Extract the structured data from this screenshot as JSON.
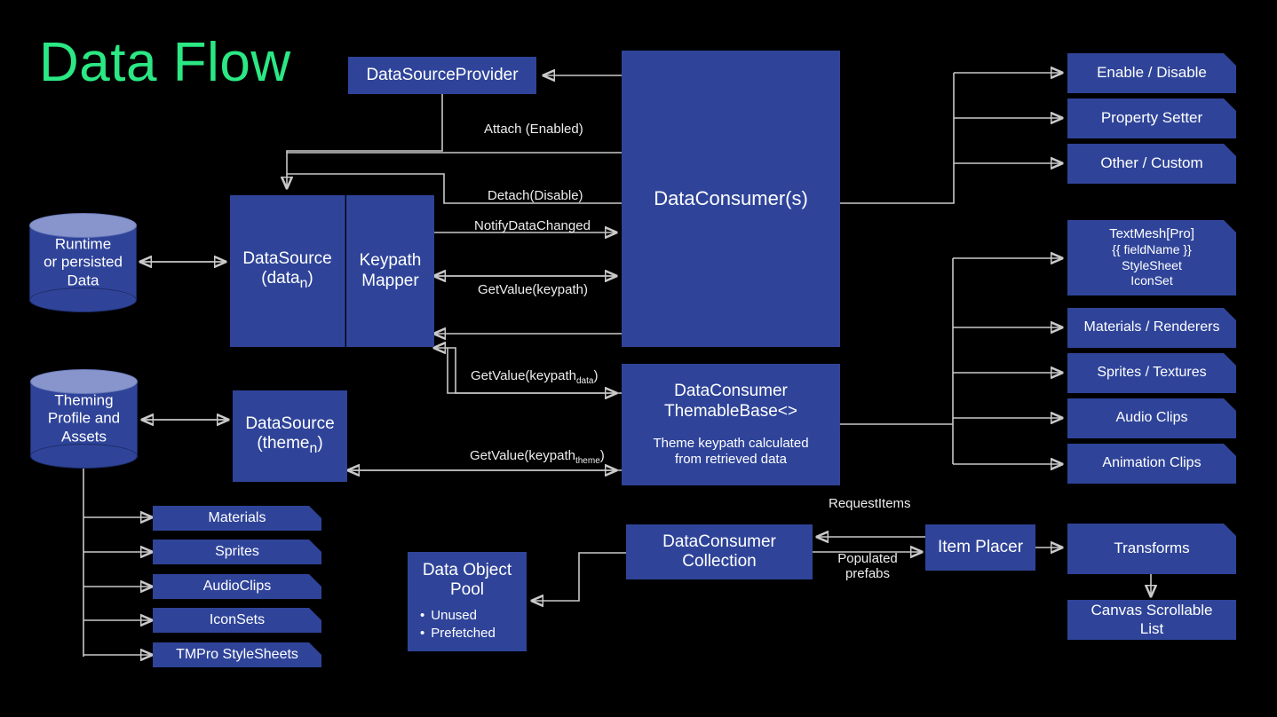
{
  "title": "Data Flow",
  "colors": {
    "background": "#000000",
    "node_fill": "#2F4499",
    "cylinder_top": "#8795CC",
    "title_green": "#2BE884",
    "connector": "#C9C9C9",
    "text": "#FFFFFF"
  },
  "nodes": {
    "datasource_provider": "DataSourceProvider",
    "data_consumers": "DataConsumer(s)",
    "datasource_data_line1": "DataSource",
    "datasource_data_line2": "(data",
    "datasource_data_sub": "n",
    "datasource_data_line3": ")",
    "keypath_mapper_line1": "Keypath",
    "keypath_mapper_line2": "Mapper",
    "datasource_theme_line1": "DataSource",
    "datasource_theme_line2": "(theme",
    "datasource_theme_sub": "n",
    "datasource_theme_line3": ")",
    "themable_base_line1": "DataConsumer",
    "themable_base_line2": "ThemableBase<>",
    "themable_base_note1": "Theme keypath calculated",
    "themable_base_note2": "from retrieved data",
    "consumer_collection_line1": "DataConsumer",
    "consumer_collection_line2": "Collection",
    "item_placer": "Item Placer",
    "transforms": "Transforms",
    "canvas_scrollable_line1": "Canvas Scrollable",
    "canvas_scrollable_line2": "List",
    "data_object_pool_line1": "Data Object",
    "data_object_pool_line2": "Pool",
    "data_object_pool_bullets": [
      "Unused",
      "Prefetched"
    ]
  },
  "cylinders": {
    "runtime": [
      "Runtime",
      "or persisted",
      "Data"
    ],
    "theming": [
      "Theming",
      "Profile and",
      "Assets"
    ]
  },
  "consumer_targets": [
    "Enable / Disable",
    "Property Setter",
    "Other / Custom"
  ],
  "themable_targets": {
    "textmesh": [
      "TextMesh[Pro]",
      "{{ fieldName }}",
      "StyleSheet",
      "IconSet"
    ],
    "others": [
      "Materials / Renderers",
      "Sprites / Textures",
      "Audio Clips",
      "Animation Clips"
    ]
  },
  "theme_assets": [
    "Materials",
    "Sprites",
    "AudioClips",
    "IconSets",
    "TMPro StyleSheets"
  ],
  "edge_labels": {
    "attach": "Attach (Enabled)",
    "detach": "Detach(Disable)",
    "notify": "NotifyDataChanged",
    "getvalue_keypath": "GetValue(keypath)",
    "getvalue_keypath_data_pre": "GetValue(keypath",
    "getvalue_keypath_data_sub": "data",
    "getvalue_keypath_data_post": ")",
    "getvalue_keypath_theme_pre": "GetValue(keypath",
    "getvalue_keypath_theme_sub": "theme",
    "getvalue_keypath_theme_post": ")",
    "request_items": "RequestItems",
    "populated_prefabs_line1": "Populated",
    "populated_prefabs_line2": "prefabs"
  }
}
